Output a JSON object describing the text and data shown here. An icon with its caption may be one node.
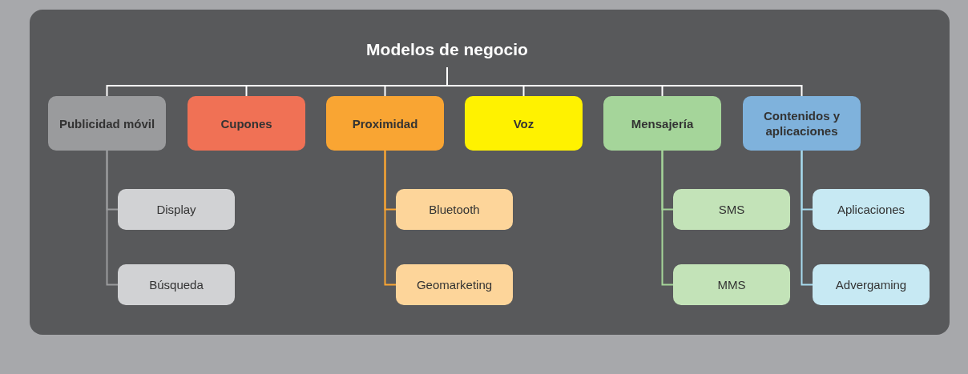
{
  "diagram": {
    "nodes": [
      {
        "text": [
          "Modelos de negocio"
        ]
      },
      {
        "text": [
          "Publicidad móvil"
        ]
      },
      {
        "text": [
          "Cupones"
        ]
      },
      {
        "text": [
          "Proximidad"
        ]
      },
      {
        "text": [
          "Voz"
        ]
      },
      {
        "text": [
          "Mensajería"
        ]
      },
      {
        "text": [
          "Contenidos y aplicaciones"
        ]
      },
      {
        "text": [
          "Display"
        ]
      },
      {
        "text": [
          "Bluetooth"
        ]
      },
      {
        "text": [
          "SMS"
        ]
      },
      {
        "text": [
          "Aplicaciones"
        ]
      },
      {
        "text": [
          "Búsqueda"
        ]
      },
      {
        "text": [
          "Geomarketing"
        ]
      },
      {
        "text": [
          "MMS"
        ]
      },
      {
        "text": [
          "Advergaming"
        ]
      }
    ],
    "edges": [
      {
        "from": 0,
        "to": 1,
        "arrow": "none"
      },
      {
        "from": 0,
        "to": 2,
        "arrow": "none"
      },
      {
        "from": 0,
        "to": 3,
        "arrow": "none"
      },
      {
        "from": 0,
        "to": 4,
        "arrow": "none"
      },
      {
        "from": 0,
        "to": 5,
        "arrow": "none"
      },
      {
        "from": 0,
        "to": 6,
        "arrow": "none"
      },
      {
        "from": 1,
        "to": 7,
        "arrow": "none",
        "color": "#9a9b9d"
      },
      {
        "from": 1,
        "to": 11,
        "arrow": "none",
        "color": "#9a9b9d"
      },
      {
        "from": 3,
        "to": 8,
        "arrow": "none",
        "color": "#f9a533"
      },
      {
        "from": 3,
        "to": 12,
        "arrow": "none",
        "color": "#f9a533"
      },
      {
        "from": 5,
        "to": 9,
        "arrow": "none",
        "color": "#a5d59a"
      },
      {
        "from": 5,
        "to": 13,
        "arrow": "none",
        "color": "#a5d59a"
      },
      {
        "from": 6,
        "to": 10,
        "arrow": "none",
        "color": "#a8dcef"
      },
      {
        "from": 6,
        "to": 14,
        "arrow": "none",
        "color": "#a8dcef"
      }
    ]
  }
}
